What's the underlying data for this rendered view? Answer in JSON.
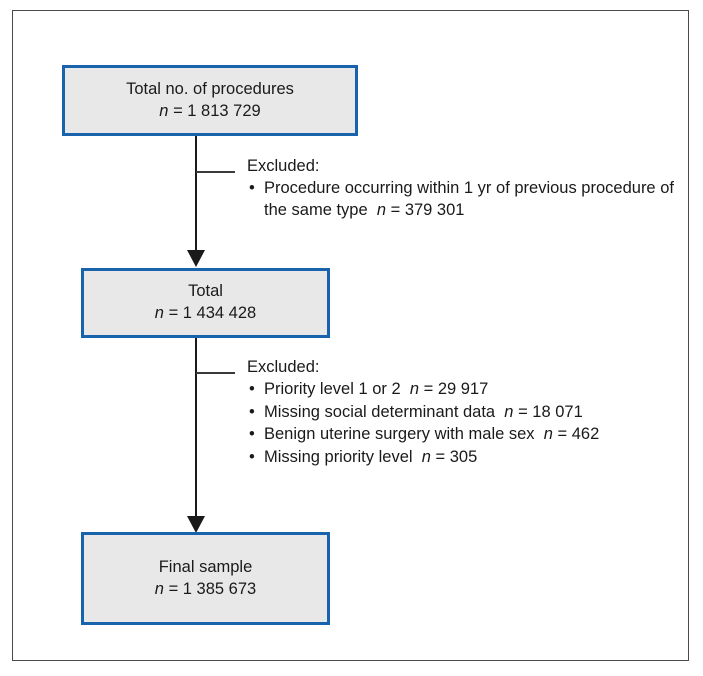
{
  "figure": {
    "type": "study-flow-diagram",
    "colors": {
      "box_border": "#1963ac",
      "box_fill": "#e8e8e8",
      "frame_border": "#4a4a4a",
      "text": "#1a1a1a",
      "arrow": "#1a1a1a"
    },
    "boxes": [
      {
        "id": "total-procedures",
        "label": "Total no. of procedures",
        "n_prefix": "n",
        "n_equals": " = ",
        "n_value": "1 813 729",
        "n_line": "n = 1 813 729"
      },
      {
        "id": "total",
        "label": "Total",
        "n_prefix": "n",
        "n_equals": " = ",
        "n_value": "1 434 428",
        "n_line": "n = 1 434 428"
      },
      {
        "id": "final-sample",
        "label": "Final sample",
        "n_prefix": "n",
        "n_equals": " = ",
        "n_value": "1 385 673",
        "n_line": "n = 1 385 673"
      }
    ],
    "exclusions": [
      {
        "id": "exclusion-1",
        "heading": "Excluded:",
        "bullet": "•",
        "items": [
          {
            "text": "Procedure occurring within 1 yr of previous procedure of the same type",
            "n_prefix": "n",
            "n_equals": " = ",
            "n_value": "379 301"
          }
        ]
      },
      {
        "id": "exclusion-2",
        "heading": "Excluded:",
        "bullet": "•",
        "items": [
          {
            "text": "Priority level 1 or 2",
            "n_prefix": "n",
            "n_equals": " = ",
            "n_value": "29 917"
          },
          {
            "text": "Missing social determinant data",
            "n_prefix": "n",
            "n_equals": " = ",
            "n_value": "18 071"
          },
          {
            "text": "Benign uterine surgery with male sex",
            "n_prefix": "n",
            "n_equals": " = ",
            "n_value": "462"
          },
          {
            "text": "Missing priority level",
            "n_prefix": "n",
            "n_equals": " = ",
            "n_value": "305"
          }
        ]
      }
    ]
  }
}
